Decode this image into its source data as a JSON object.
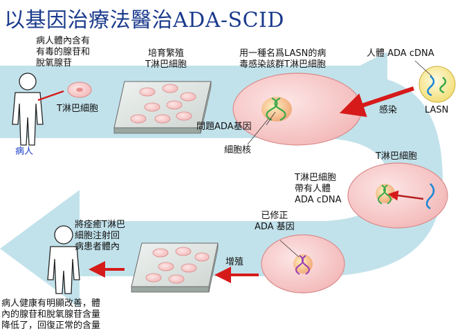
{
  "title": "以基因治療法醫治ADA-SCID",
  "labels": {
    "patient_note": [
      "病人體內含有",
      "有毒的腺苷和",
      "脫氧腺苷"
    ],
    "t_cell_1": "T淋巴細胞",
    "patient": "病人",
    "culture": [
      "培育繁殖",
      "T淋巴細胞"
    ],
    "virus_infect": [
      "用一種名爲LASN的病",
      "毒感染該群T淋巴細胞"
    ],
    "human_ada": "人體 ADA cDNA",
    "infect": "感染",
    "lasn": "LASN",
    "faulty_gene": "問題ADA基因",
    "nucleus": "細胞核",
    "t_cell_2": "T淋巴細胞",
    "t_cell_carry": [
      "T淋巴細胞",
      "帶有人體",
      "ADA cDNA"
    ],
    "corrected_gene": [
      "已修正",
      "ADA 基因"
    ],
    "proliferate": "增殖",
    "reinject": [
      "將痊癒T淋巴",
      "細胞注射回",
      "病患者體內"
    ],
    "outcome": [
      "病人健康有明顯改善，體",
      "內的腺苷和脫氧腺苷含量",
      "降低了，回復正常的含量"
    ]
  },
  "colors": {
    "title": "#1a3a8c",
    "band": "#b7dde8",
    "cell_fill": "#f6c9c9",
    "cell_stroke": "#d98a8a",
    "arrow_red": "#d61a1a",
    "virus_fill": "#f6e88a",
    "dna_green": "#3aa84a",
    "dna_blue": "#1a86d6",
    "dna_purple": "#9a3ab6"
  }
}
